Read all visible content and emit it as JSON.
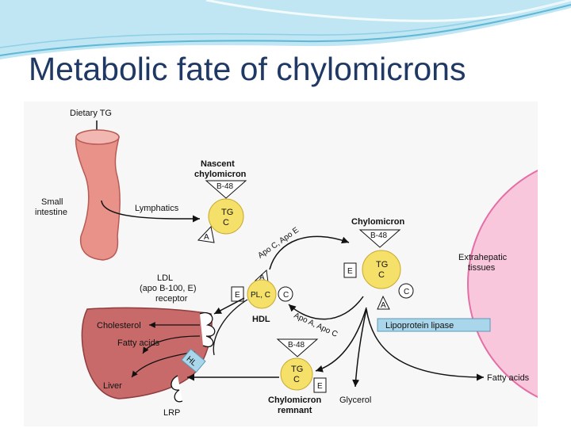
{
  "slide": {
    "title": "Metabolic fate of chylomicrons"
  },
  "colors": {
    "title": "#1f3864",
    "particle": "#f5e06a",
    "intestine": "#e8928a",
    "liver": "#c96a6a",
    "tissue": "#f9c7dc",
    "enzyme_box": "#a9d6ea",
    "banner": "#7cc6df"
  },
  "labels": {
    "dietary_tg": "Dietary TG",
    "small_intestine_1": "Small",
    "small_intestine_2": "intestine",
    "lymphatics": "Lymphatics",
    "nascent_1": "Nascent",
    "nascent_2": "chylomicron",
    "b48": "B-48",
    "tg": "TG",
    "c": "C",
    "a": "A",
    "e": "E",
    "chylomicron": "Chylomicron",
    "apo_c_apo_e": "Apo C, Apo E",
    "extrahepatic_1": "Extrahepatic",
    "extrahepatic_2": "tissues",
    "ldl_1": "LDL",
    "ldl_2": "(apo B-100, E)",
    "ldl_3": "receptor",
    "pl_c": "PL, C",
    "hdl": "HDL",
    "apo_a_apo_c": "Apo A, Apo C",
    "lipoprotein_lipase": "Lipoprotein lipase",
    "cholesterol": "Cholesterol",
    "fatty_acids": "Fatty acids",
    "hl": "HL",
    "liver": "Liver",
    "lrp": "LRP",
    "remnant_1": "Chylomicron",
    "remnant_2": "remnant",
    "glycerol": "Glycerol",
    "fatty_acids_out": "Fatty acids"
  }
}
